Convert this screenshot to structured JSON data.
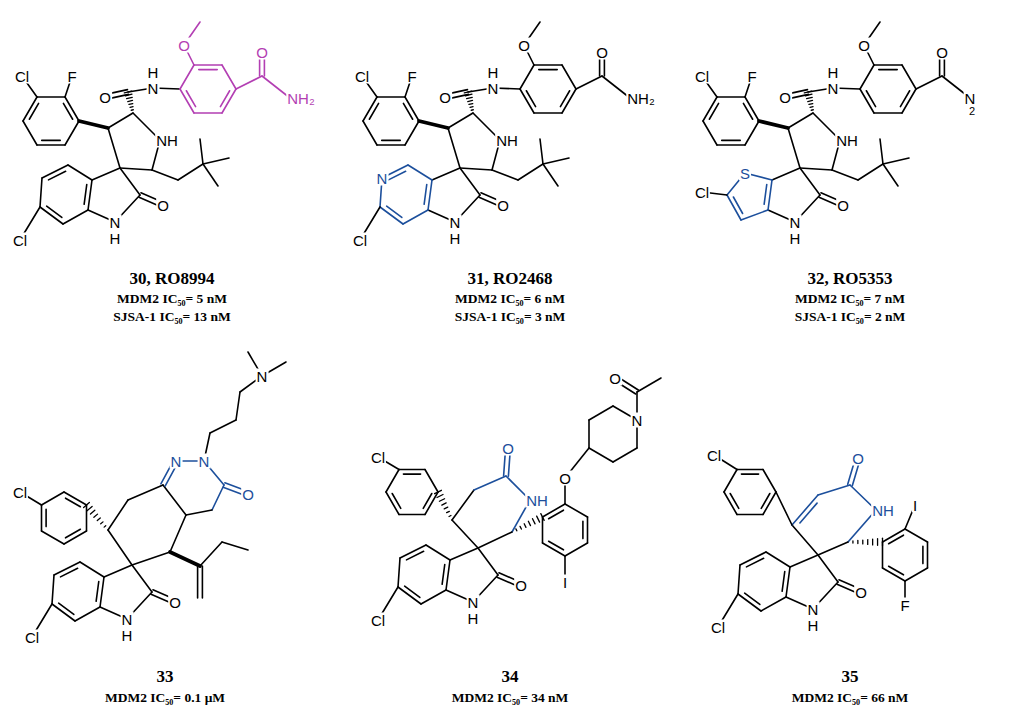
{
  "diagram": {
    "labels": [
      "Cl",
      "F",
      "O",
      "H",
      "N",
      "O",
      "O",
      "NH₂",
      "NH",
      "O",
      "N",
      "H",
      "Cl",
      "30, RO8994",
      "MDM2 IC₅₀= 5 nM",
      "SJSA-1 IC₅₀= 13 nM",
      "Cl",
      "F",
      "O",
      "H",
      "N",
      "O",
      "O",
      "NH₂",
      "NH",
      "N",
      "O",
      "N",
      "H",
      "Cl",
      "31, RO2468",
      "MDM2 IC₅₀= 6 nM",
      "SJSA-1 IC₅₀= 3 nM",
      "Cl",
      "F",
      "O",
      "H",
      "N",
      "O",
      "O",
      "N",
      "2",
      "NH",
      "S",
      "O",
      "N",
      "H",
      "Cl",
      "32, RO5353",
      "MDM2 IC₅₀= 7 nM",
      "SJSA-1 IC₅₀= 2 nM",
      "N",
      "N",
      "N",
      "O",
      "Cl",
      "Cl",
      "O",
      "N",
      "H",
      "33",
      "MDM2 IC₅₀= 0.1 μM",
      "O",
      "N",
      "Cl",
      "O",
      "NH",
      "O",
      "Cl",
      "O",
      "N",
      "H",
      "I",
      "34",
      "MDM2 IC₅₀= 34 nM",
      "Cl",
      "O",
      "NH",
      "I",
      "F",
      "Cl",
      "O",
      "N",
      "H",
      "35",
      "MDM2 IC₅₀= 66 nM"
    ]
  }
}
